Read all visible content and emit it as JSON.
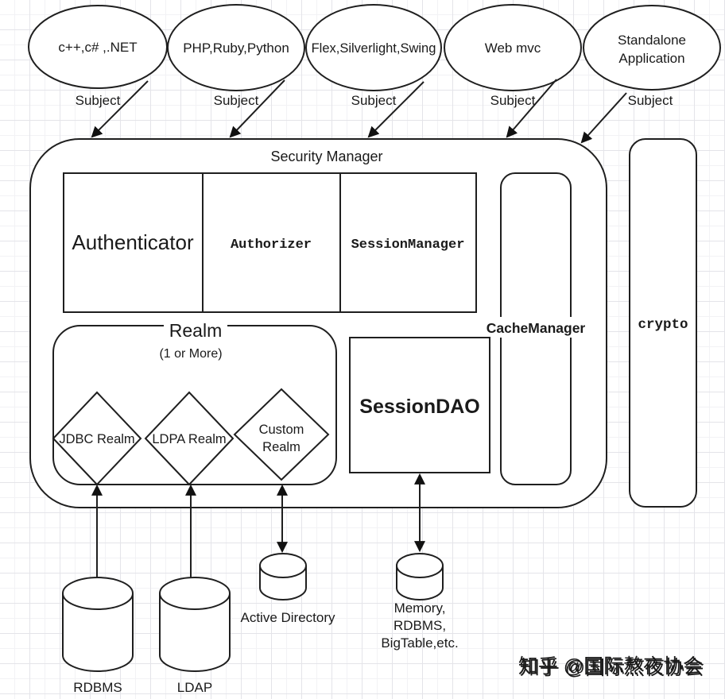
{
  "colors": {
    "accent_pink": "#c23366",
    "accent_blue": "#2121cc",
    "line": "#1f1f1f",
    "watermark_gray": "#c6c6c6"
  },
  "clients": [
    {
      "label": "c++,c# ,.NET"
    },
    {
      "label": "PHP,Ruby,Python"
    },
    {
      "label": "Flex,Silverlight,Swing"
    },
    {
      "label": "Web mvc"
    },
    {
      "label_lines": [
        "Standalone",
        "Application"
      ]
    }
  ],
  "subject_label": "Subject",
  "security_manager": {
    "title": "Security Manager",
    "components": {
      "authenticator": "Authenticator",
      "authorizer": "Authorizer",
      "session_manager": "SessionManager"
    },
    "cache_manager": "CacheManager",
    "session_dao": "SessionDAO",
    "realm": {
      "title": "Realm",
      "subtitle": "(1 or More)",
      "types": [
        {
          "label": "JDBC Realm"
        },
        {
          "label": "LDPA Realm"
        },
        {
          "label_lines": [
            "Custom",
            "Realm"
          ]
        }
      ]
    }
  },
  "crypto_label": "crypto",
  "datastores": {
    "rdbms": "RDBMS",
    "ldap": "LDAP",
    "active_directory": "Active Directory",
    "session_storage_lines": [
      "Memory,",
      "RDBMS,",
      "BigTable,etc."
    ]
  },
  "watermark": "知乎 @国际熬夜协会"
}
